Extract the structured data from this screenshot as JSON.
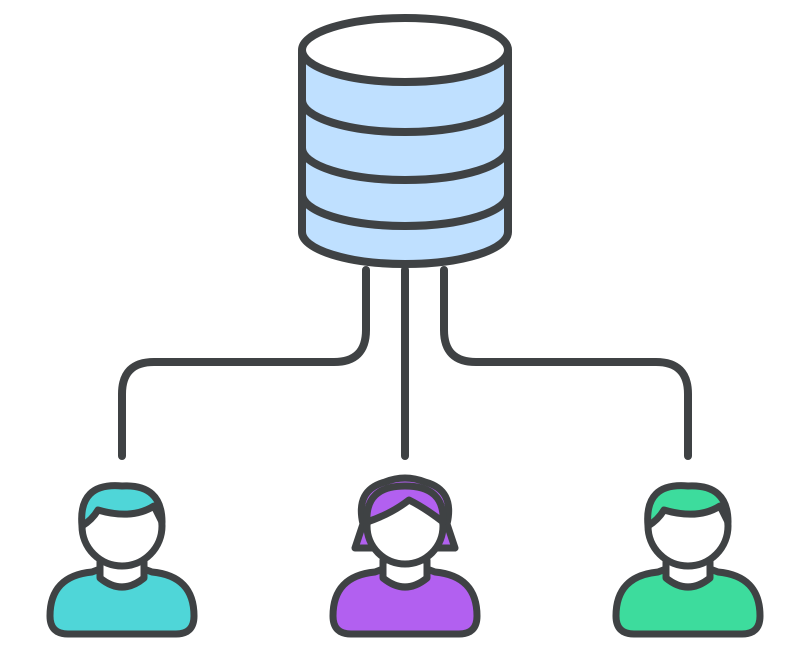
{
  "diagram": {
    "outline_color": "#3f4244",
    "background_color": "#ffffff",
    "database": {
      "icon": "database-icon",
      "fill_color": "#bfe0ff",
      "disk_layers": 4
    },
    "users": [
      {
        "icon": "user-icon",
        "hair": "male",
        "body_color": "#4fd6d8",
        "hair_color": "#4fd6d8"
      },
      {
        "icon": "user-icon",
        "hair": "female",
        "body_color": "#b260f0",
        "hair_color": "#b260f0"
      },
      {
        "icon": "user-icon",
        "hair": "male",
        "body_color": "#3ddc9d",
        "hair_color": "#3ddc9d"
      }
    ],
    "connections": [
      {
        "from": "database",
        "to": "user-1"
      },
      {
        "from": "database",
        "to": "user-2"
      },
      {
        "from": "database",
        "to": "user-3"
      }
    ]
  }
}
